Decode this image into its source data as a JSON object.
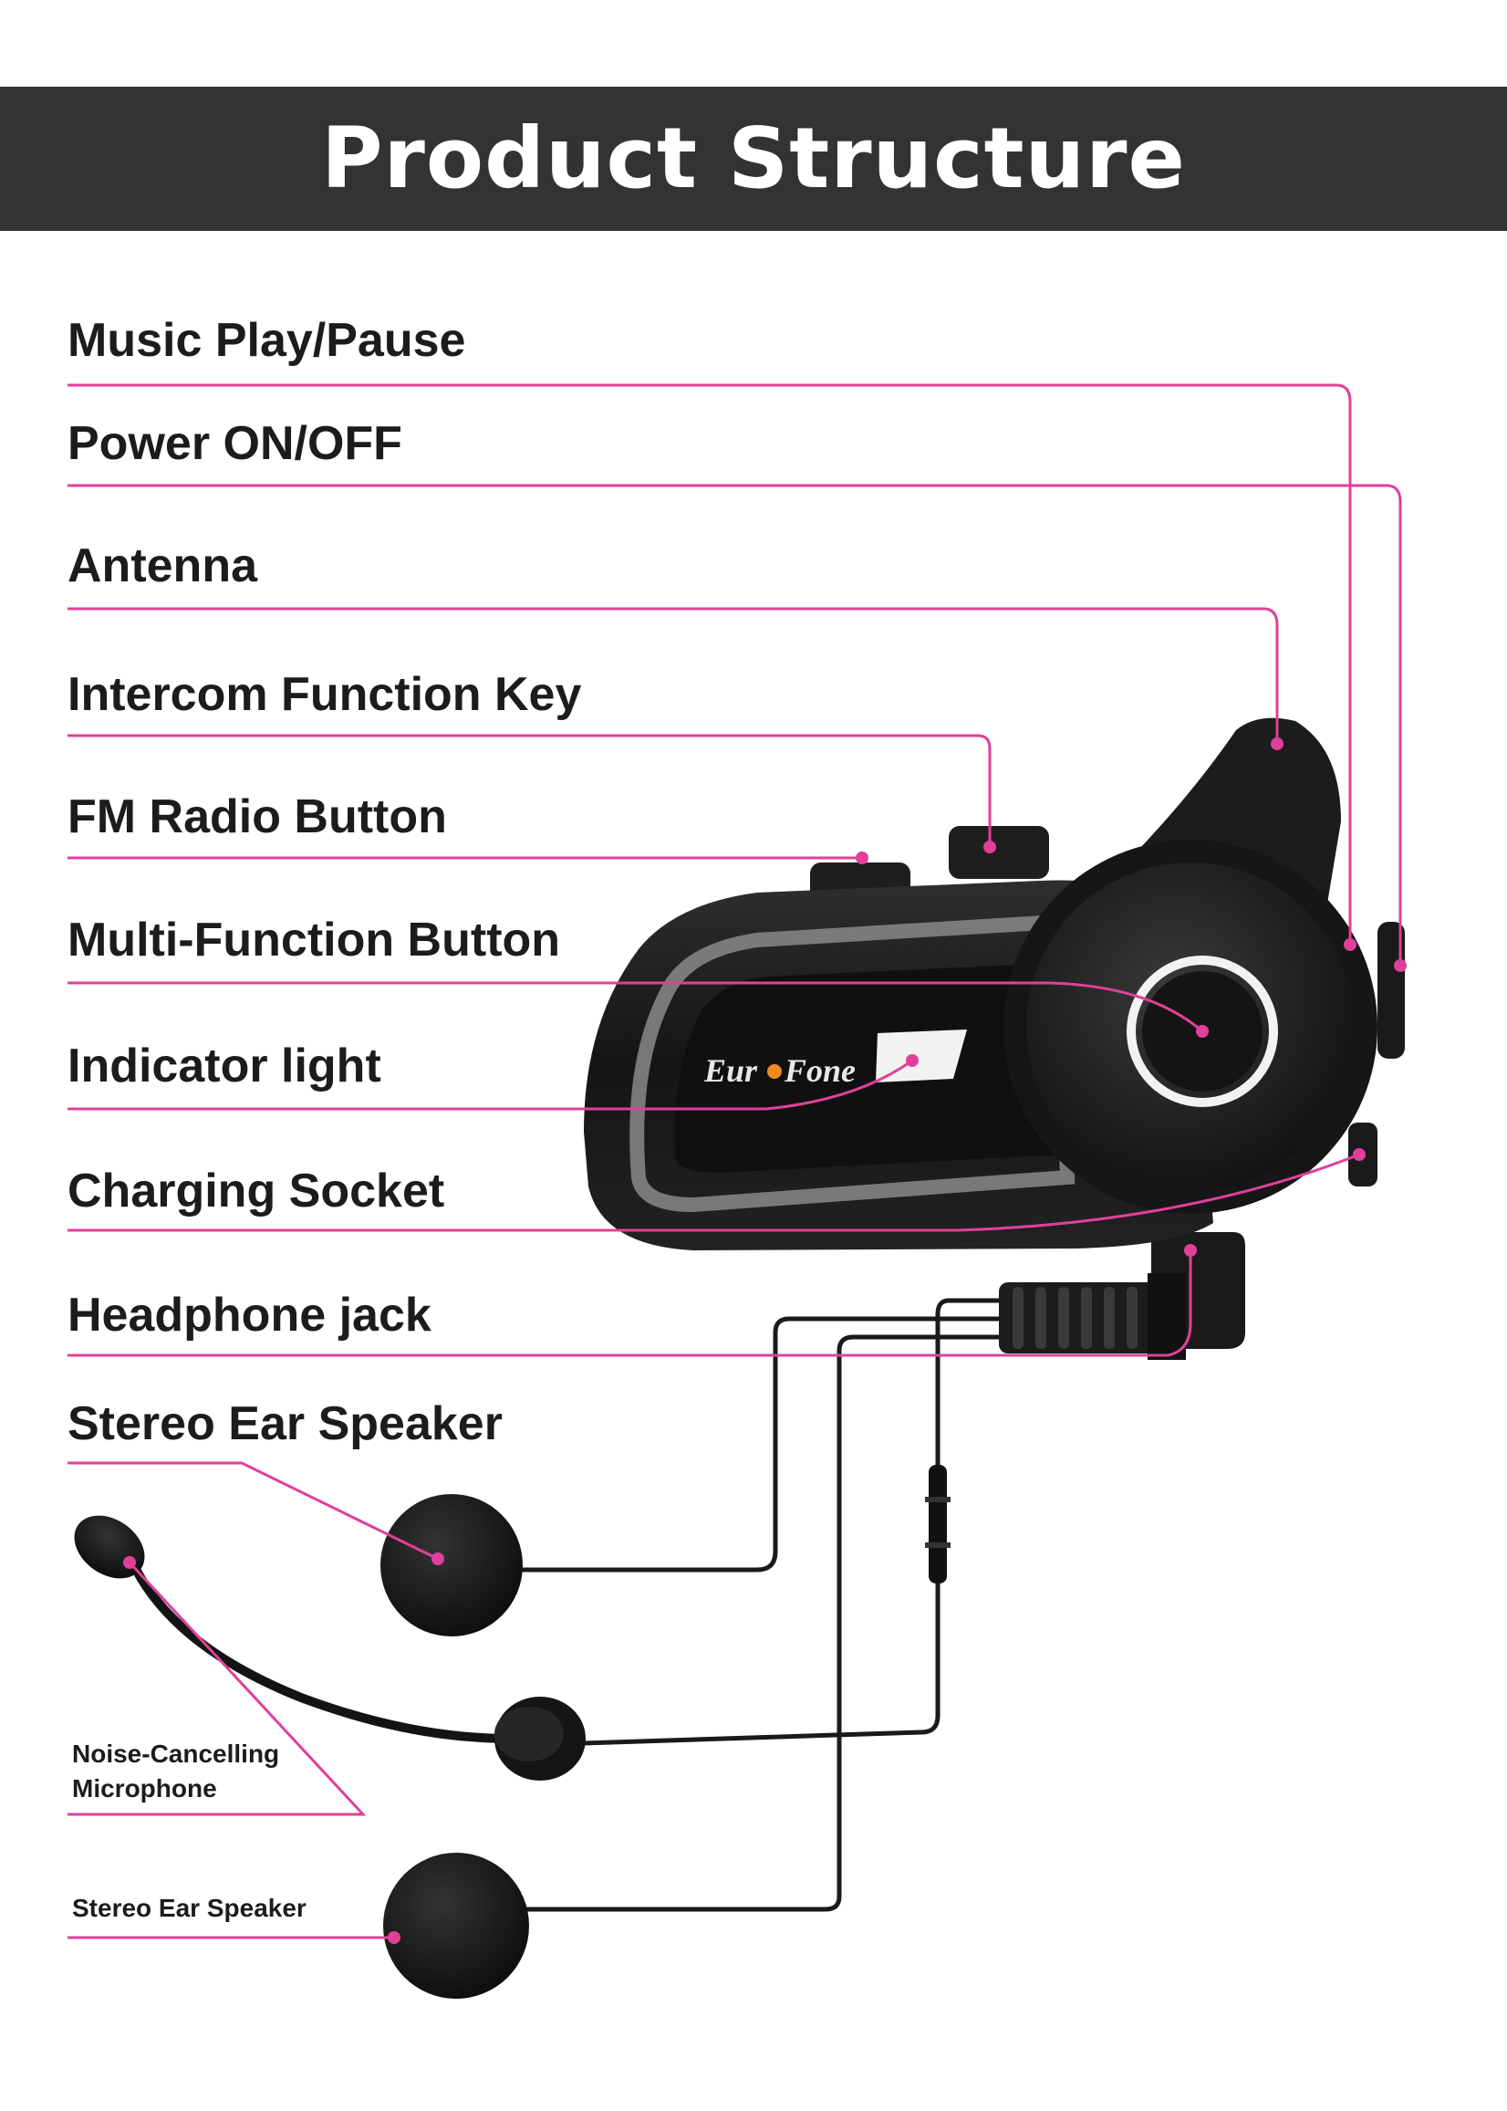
{
  "header": {
    "title": "Product Structure"
  },
  "labels": {
    "music_play_pause": "Music Play/Pause",
    "power_on_off": "Power  ON/OFF",
    "antenna": "Antenna",
    "intercom_function_key": "Intercom Function Key",
    "fm_radio_button": "FM Radio Button",
    "multi_function_button": "Multi-Function Button",
    "indicator_light": "Indicator light",
    "charging_socket": "Charging Socket",
    "headphone_jack": "Headphone jack",
    "stereo_ear_speaker": "Stereo Ear Speaker",
    "noise_cancelling_line1": "Noise-Cancelling",
    "noise_cancelling_line2": "Microphone",
    "stereo_ear_speaker_small": "Stereo Ear Speaker"
  },
  "device": {
    "brand_part1": "Eur",
    "brand_part2": "Fone"
  },
  "colors": {
    "banner": "#333333",
    "leader_line": "#e0409a",
    "device_body": "#1a1a1a",
    "brand_dot": "#f08a1c"
  }
}
